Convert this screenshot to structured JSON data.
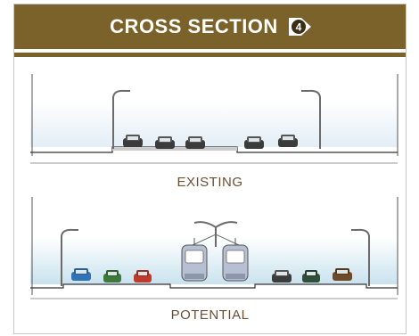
{
  "header": {
    "title": "CROSS SECTION",
    "section_number": "4",
    "bg_color": "#7a622a"
  },
  "sections": [
    {
      "label": "EXISTING"
    },
    {
      "label": "POTENTIAL"
    }
  ],
  "colors": {
    "sky_existing": "#eef5fa",
    "sky_potential": "#cfe5ef",
    "road": "#d9d9d9",
    "label": "#6b4f36",
    "car_dark": "#3b3b3b",
    "car_blue": "#2f72b7",
    "car_green": "#3e7a3c",
    "car_red": "#c0392b",
    "car_brown": "#6e4a2a",
    "tram": "#c8cfdc"
  }
}
